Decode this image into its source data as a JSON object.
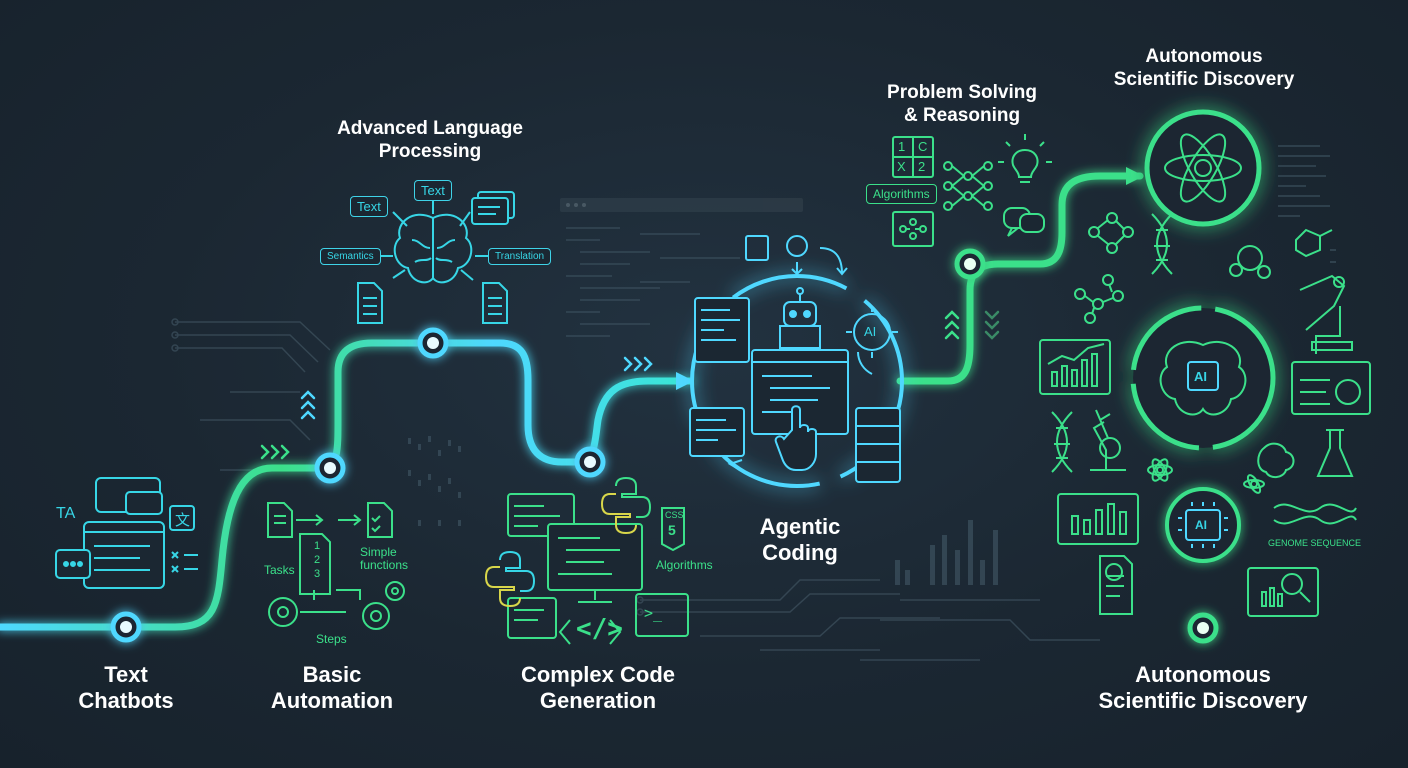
{
  "stages": {
    "text_chatbots": "Text\nChatbots",
    "basic_automation": "Basic\nAutomation",
    "advanced_language": "Advanced Language\nProcessing",
    "complex_code": "Complex Code\nGeneration",
    "agentic_coding": "Agentic\nCoding",
    "problem_solving": "Problem Solving\n& Reasoning",
    "scientific_top": "Autonomous\nScientific Discovery",
    "scientific_bottom": "Autonomous\nScientific Discovery"
  },
  "small_labels": {
    "ta": "TA",
    "translate_glyph": "文",
    "tasks": "Tasks",
    "simple_functions": "Simple\nfunctions",
    "steps": "Steps",
    "text_left": "Text",
    "text_top": "Text",
    "semantics": "Semantics",
    "translation": "Translation",
    "algorithms_code": "Algorithms",
    "css": "CSS",
    "css_num": "5",
    "code_brackets": "</>",
    "terminal": ">_",
    "ai_chip_agent": "AI",
    "grid_1": "1",
    "grid_c": "C",
    "grid_x": "X",
    "grid_2": "2",
    "algorithms_reason": "Algorithms",
    "ai_brain": "AI",
    "ai_chip_bottom": "AI",
    "genome": "GENOME SEQUENCE",
    "list_1": "1",
    "list_2": "2",
    "list_3": "3"
  },
  "colors": {
    "teal": "#37d6e6",
    "green": "#3be08a",
    "cyan": "#4fd8ff",
    "background": "#1b2732"
  }
}
